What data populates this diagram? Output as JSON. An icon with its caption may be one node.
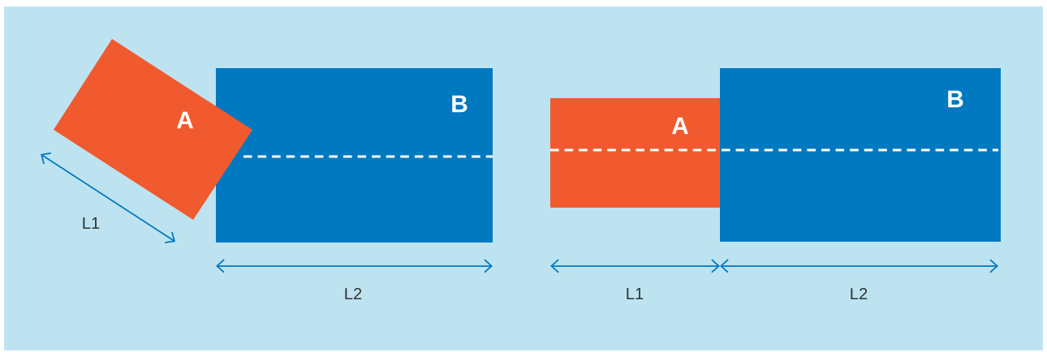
{
  "diagram": {
    "nodes": [
      {
        "text": [
          "A"
        ]
      },
      {
        "text": [
          "B"
        ]
      },
      {
        "text": [
          "A"
        ]
      },
      {
        "text": [
          "B"
        ]
      }
    ],
    "labels": [
      "L1",
      "L2",
      "L1",
      "L2"
    ]
  }
}
